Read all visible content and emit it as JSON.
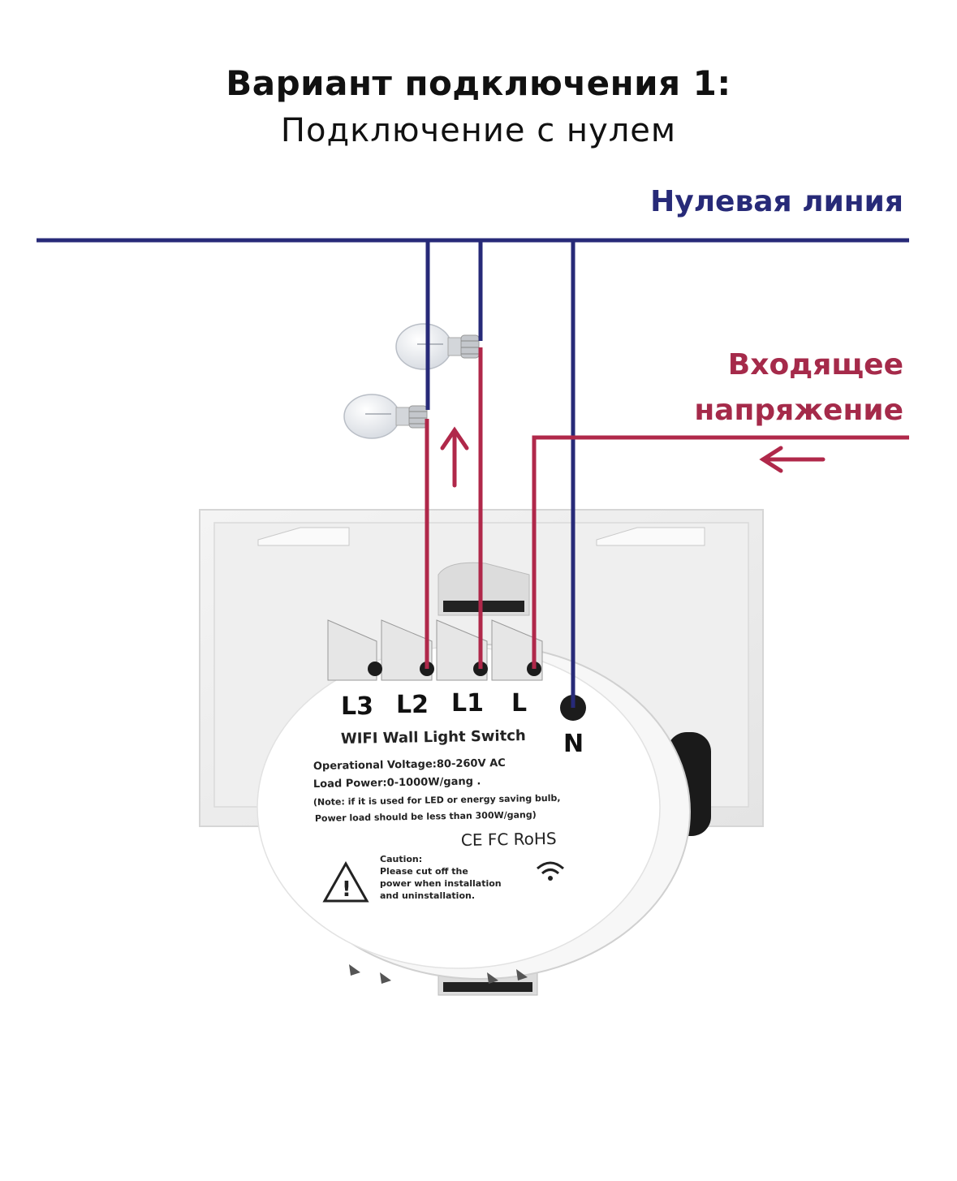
{
  "title": {
    "line1": "Вариант подключения 1:",
    "line2": "Подключение с нулем"
  },
  "labels": {
    "neutral_line": "Нулевая линия",
    "incoming_line1": "Входящее",
    "incoming_line2": "напряжение"
  },
  "device": {
    "terminals": [
      "L3",
      "L2",
      "L1",
      "L"
    ],
    "neutral_terminal": "N",
    "name": "WIFI Wall Light Switch",
    "voltage": "Operational Voltage:80-260V AC",
    "load": "Load Power:0-1000W/gang .",
    "note1": "(Note: if it is used for LED or energy saving bulb,",
    "note2": "Power load should be less than 300W/gang)",
    "certs": "CE FC RoHS",
    "caution_title": "Caution:",
    "caution1": "Please cut off the",
    "caution2": "power when installation",
    "caution3": "and uninstallation."
  },
  "colors": {
    "neutral": "#272a78",
    "live": "#b0284a",
    "title": "#111111"
  }
}
